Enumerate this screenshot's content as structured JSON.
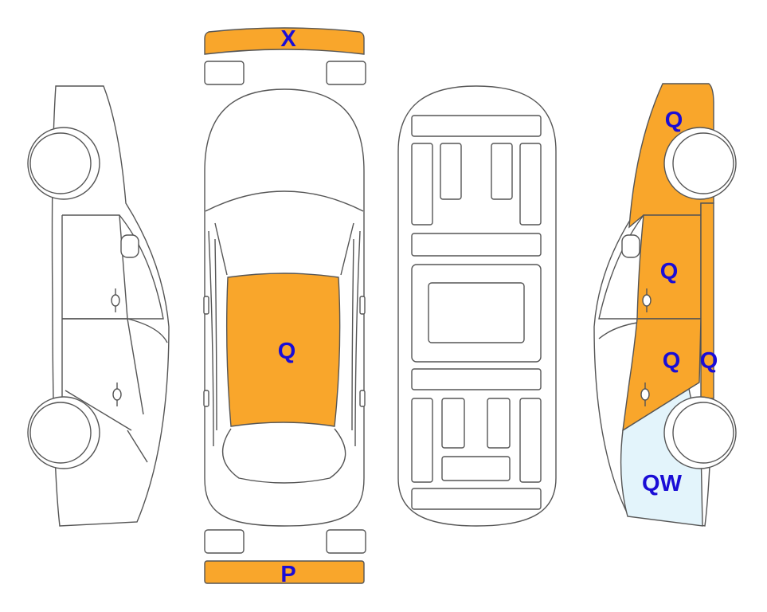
{
  "colors": {
    "damage_orange": "#f9a62b",
    "damage_light_blue": "#e3f4fb",
    "label_blue": "#1a0dd6",
    "outline": "#555555"
  },
  "labels": {
    "front_bumper": "X",
    "rear_bumper": "P",
    "roof": "Q",
    "right_front_fender": "Q",
    "right_front_door": "Q",
    "right_rear_door": "Q",
    "right_rocker": "Q",
    "right_rear_quarter": "QW"
  }
}
